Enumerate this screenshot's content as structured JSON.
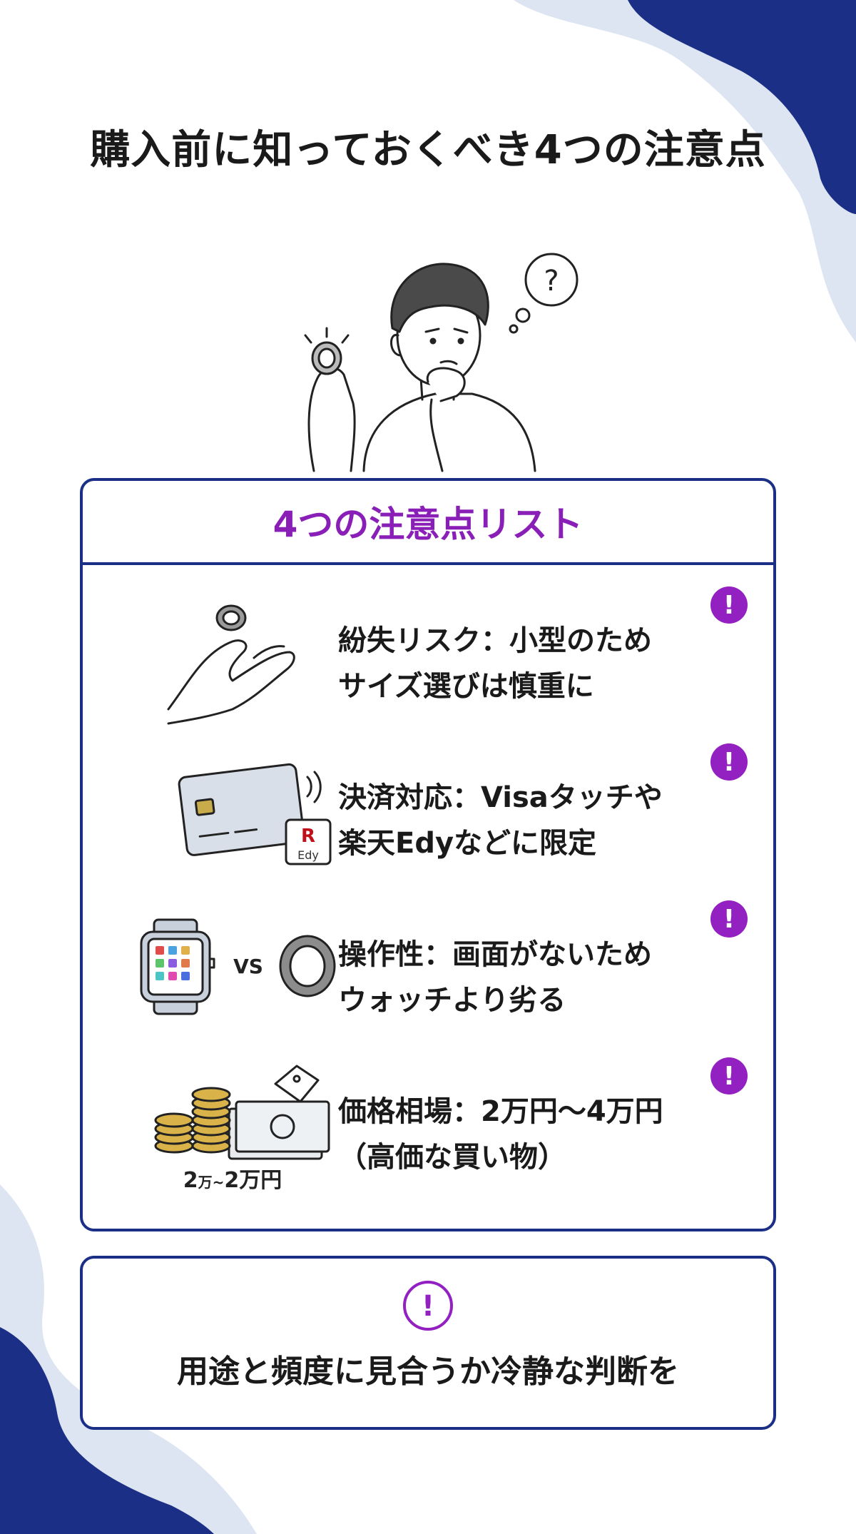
{
  "title": "購入前に知っておくべき4つの注意点",
  "hero": {
    "thought_symbol": "?"
  },
  "list": {
    "heading": "4つの注意点リスト",
    "alert_symbol": "!",
    "items": [
      {
        "line1": "紛失リスク：小型のため",
        "line2": "サイズ選びは慎重に",
        "icon": "hand-ring-icon"
      },
      {
        "line1": "決済対応：Visaタッチや",
        "line2": "楽天Edyなどに限定",
        "icon": "credit-card-icon",
        "card_badge_mark": "R",
        "card_badge_text": "Edy"
      },
      {
        "line1": "操作性：画面がないため",
        "line2": "ウォッチより劣る",
        "icon": "watch-vs-ring-icon",
        "vs_label": "VS"
      },
      {
        "line1": "価格相場：2万円〜4万円",
        "line2": "（高価な買い物）",
        "icon": "coins-money-icon",
        "price_caption_a": "2",
        "price_caption_b": "万~",
        "price_caption_c": "2万円"
      }
    ]
  },
  "note": {
    "symbol": "!",
    "text": "用途と頻度に見合うか冷静な判断を"
  },
  "colors": {
    "navy": "#1b2f86",
    "purple": "#9321c2",
    "heading_purple": "#8a1fb8",
    "light_blue": "#dde5f2"
  }
}
